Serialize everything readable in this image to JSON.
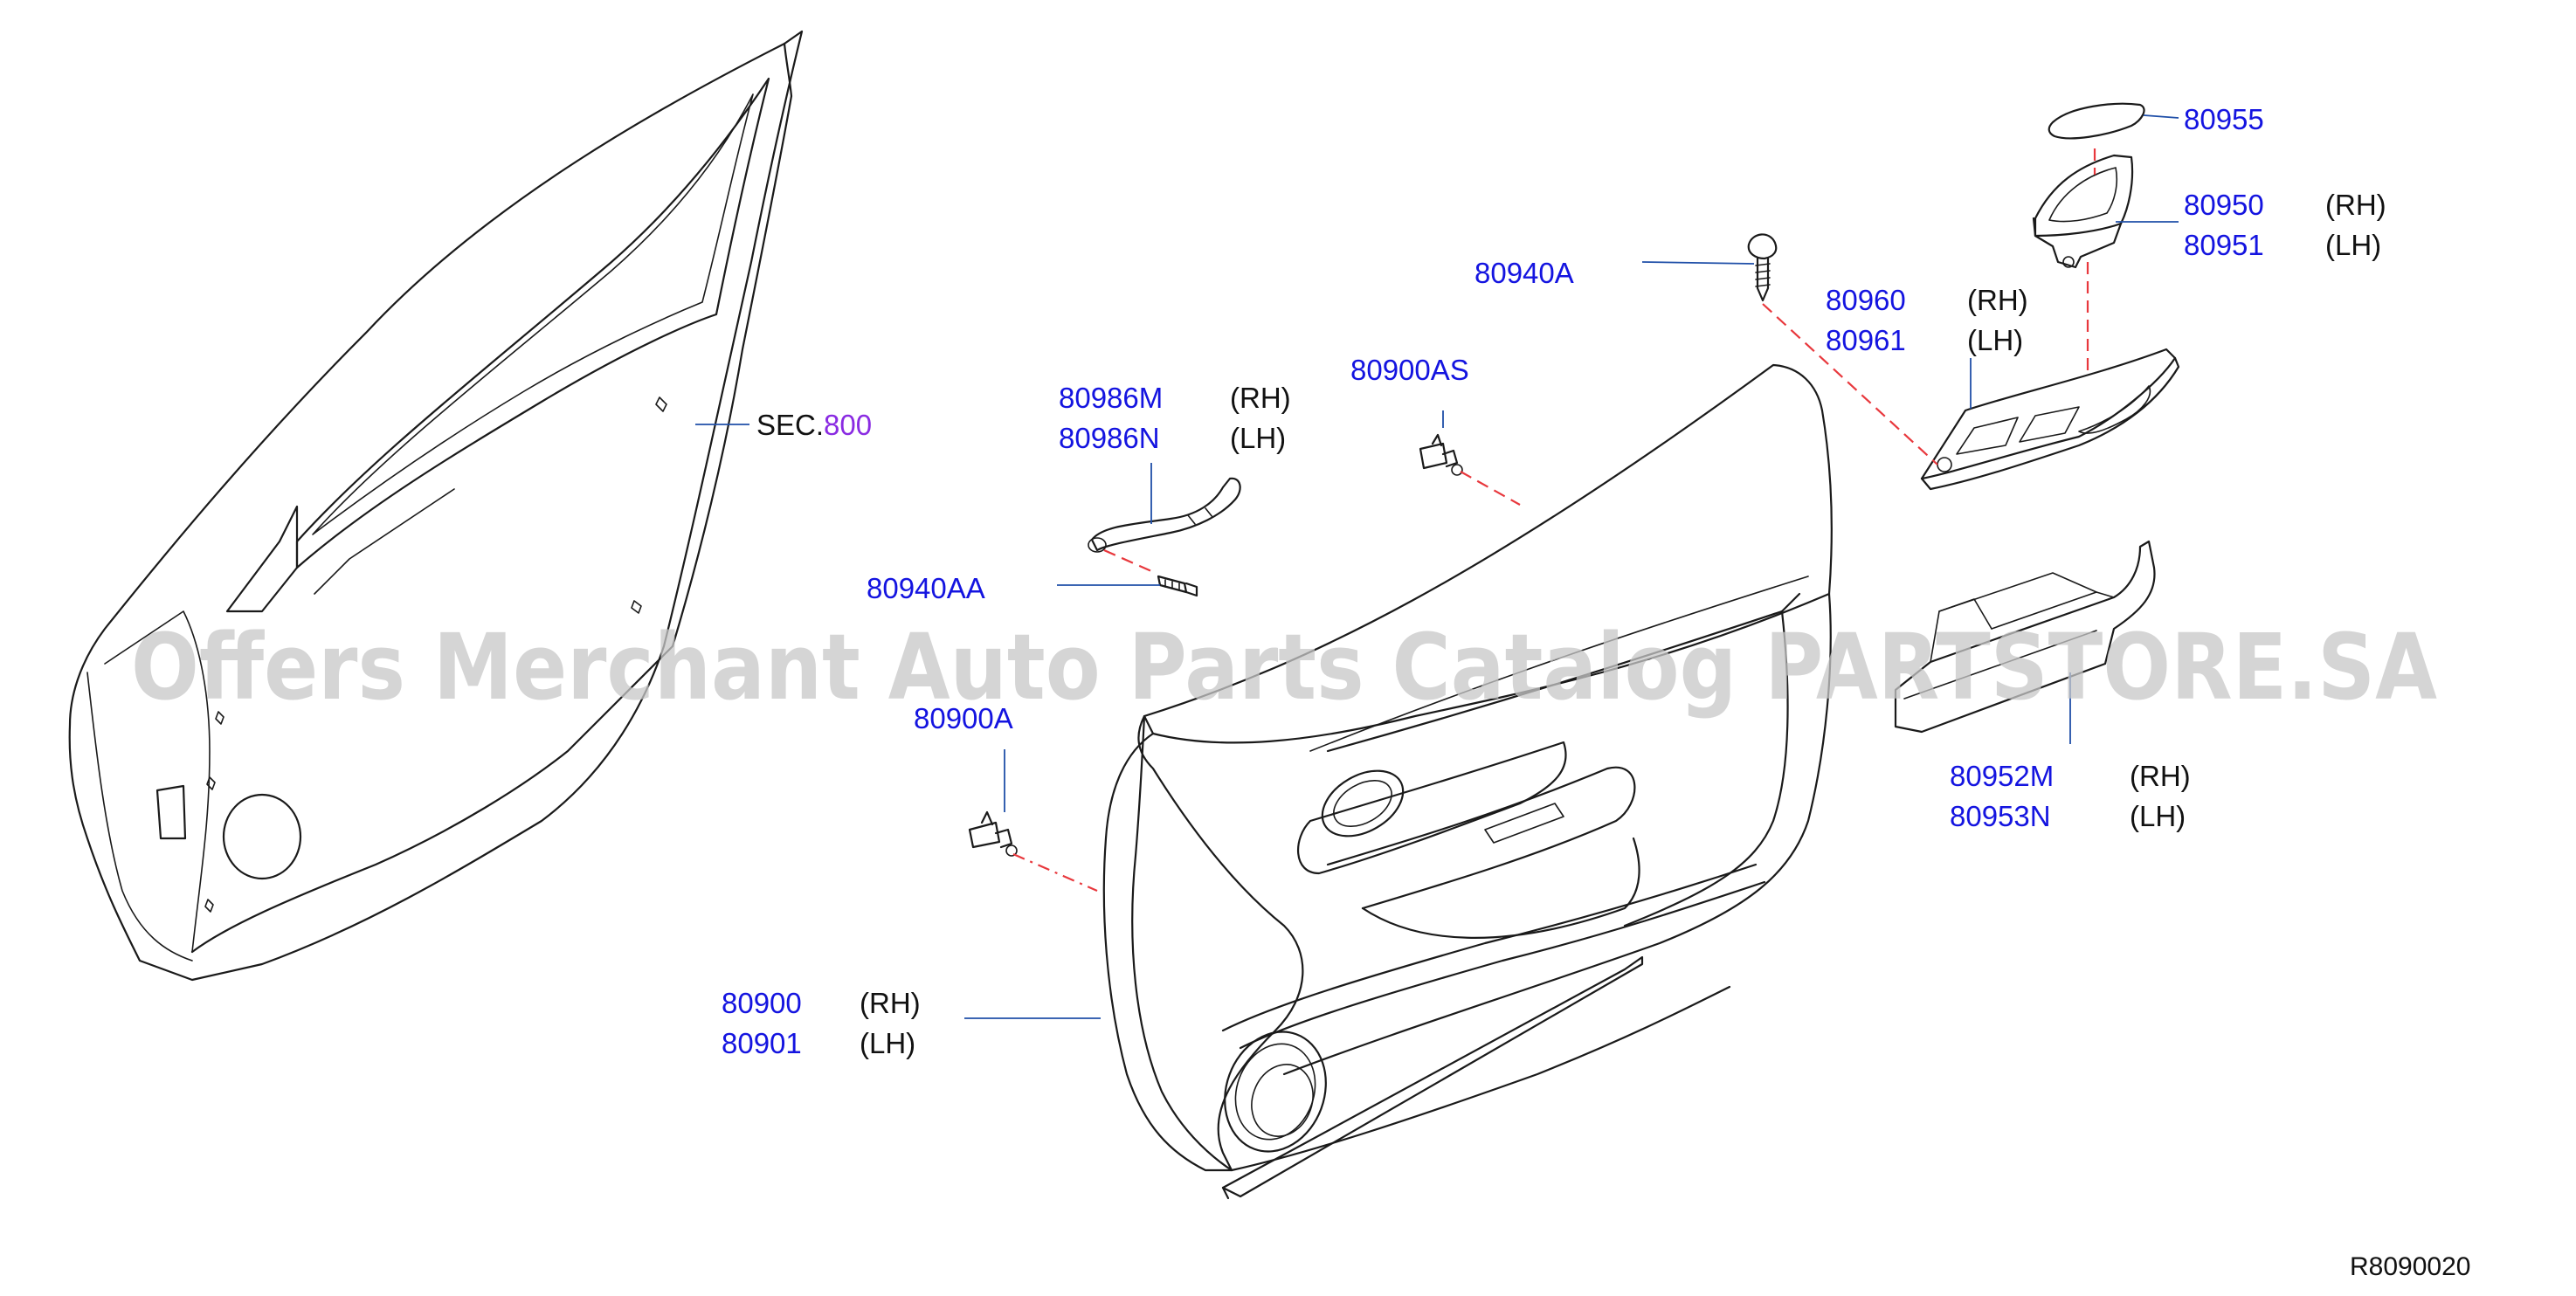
{
  "watermark": "Offers Merchant Auto Parts Catalog PARTSTORE.SA",
  "diagram_code": "R8090020",
  "section_ref": {
    "prefix": "SEC.",
    "number": "800"
  },
  "callouts": [
    {
      "id": "80955",
      "part": "80955",
      "side": ""
    },
    {
      "id": "80950",
      "part": "80950",
      "side": "(RH)"
    },
    {
      "id": "80951",
      "part": "80951",
      "side": "(LH)"
    },
    {
      "id": "80940A",
      "part": "80940A",
      "side": ""
    },
    {
      "id": "80960",
      "part": "80960",
      "side": "(RH)"
    },
    {
      "id": "80961",
      "part": "80961",
      "side": "(LH)"
    },
    {
      "id": "80900AS",
      "part": "80900AS",
      "side": ""
    },
    {
      "id": "80986M",
      "part": "80986M",
      "side": "(RH)"
    },
    {
      "id": "80986N",
      "part": "80986N",
      "side": "(LH)"
    },
    {
      "id": "80940AA",
      "part": "80940AA",
      "side": ""
    },
    {
      "id": "80900A",
      "part": "80900A",
      "side": ""
    },
    {
      "id": "80952M",
      "part": "80952M",
      "side": "(RH)"
    },
    {
      "id": "80953N",
      "part": "80953N",
      "side": "(LH)"
    },
    {
      "id": "80900",
      "part": "80900",
      "side": "(RH)"
    },
    {
      "id": "80901",
      "part": "80901",
      "side": "(LH)"
    }
  ]
}
